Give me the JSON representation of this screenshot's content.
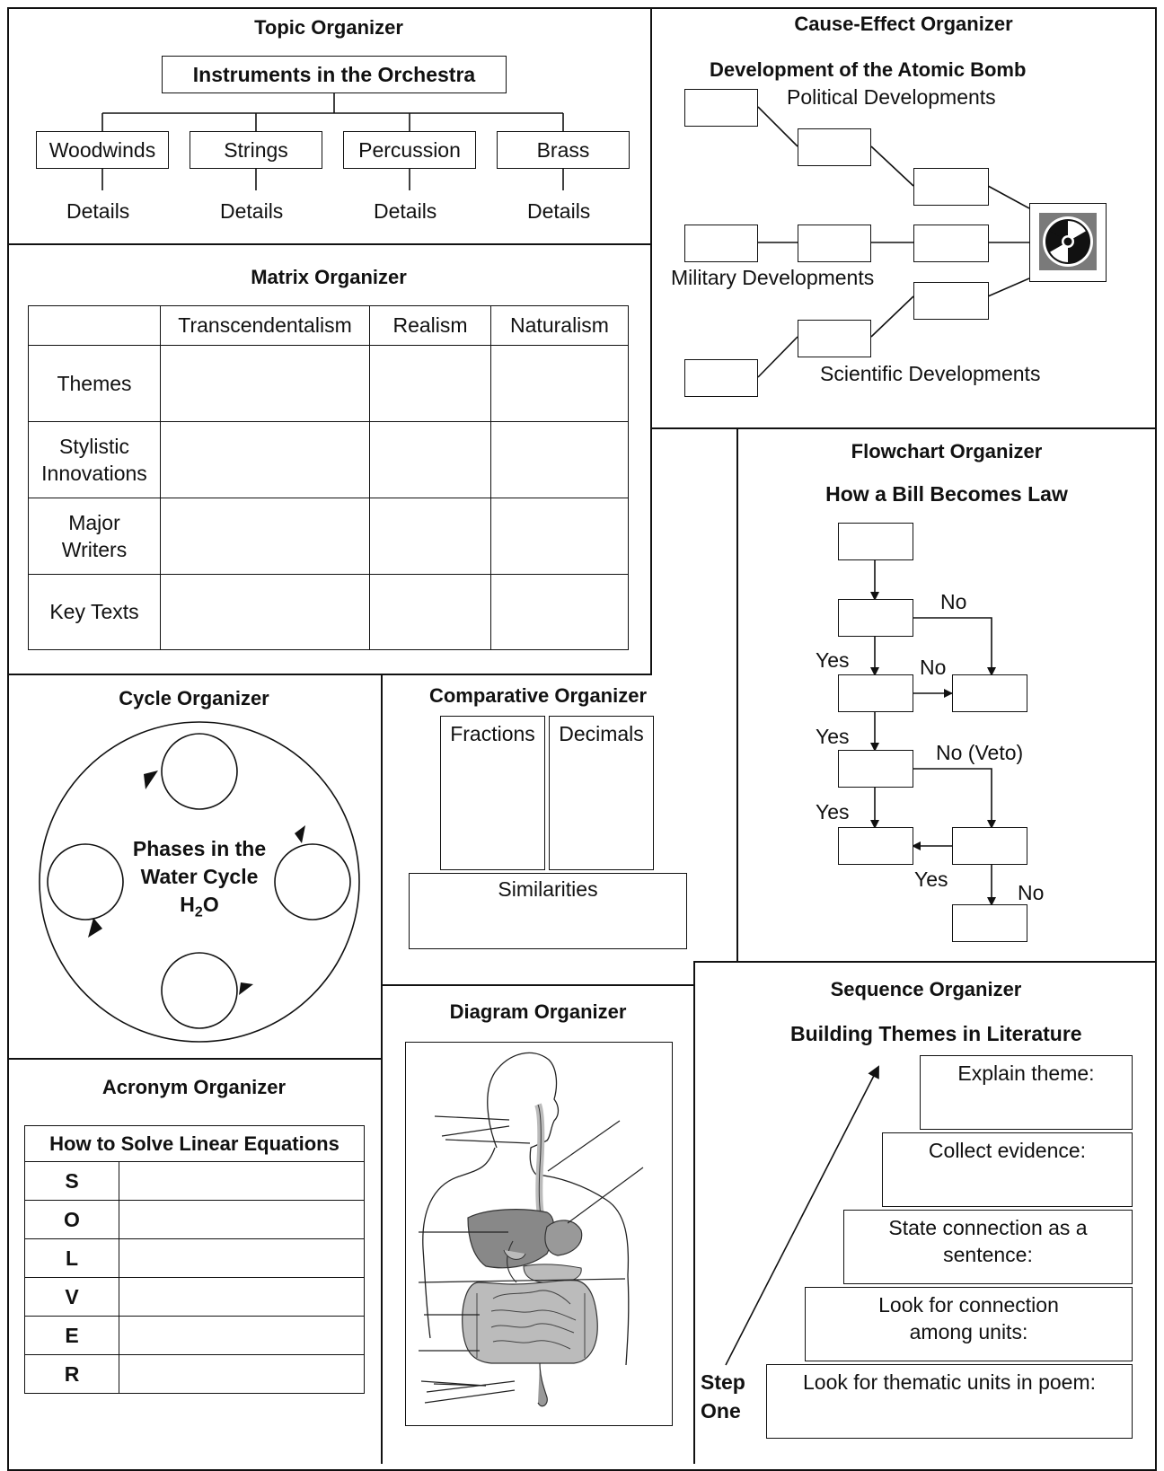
{
  "topic": {
    "title": "Topic Organizer",
    "root": "Instruments in the Orchestra",
    "branches": [
      "Woodwinds",
      "Strings",
      "Percussion",
      "Brass"
    ],
    "detail": "Details"
  },
  "cause_effect": {
    "title": "Cause-Effect Organizer",
    "subtitle": "Development of the Atomic Bomb",
    "political": "Political Developments",
    "military": "Military Developments",
    "scientific": "Scientific Developments",
    "icon": "radiation-icon"
  },
  "matrix": {
    "title": "Matrix Organizer",
    "columns": [
      "Transcendentalism",
      "Realism",
      "Naturalism"
    ],
    "rows": [
      "Themes",
      "Stylistic Innovations",
      "Major Writers",
      "Key Texts"
    ]
  },
  "flowchart": {
    "title": "Flowchart Organizer",
    "subtitle": "How a Bill Becomes Law",
    "yes": "Yes",
    "no": "No",
    "no_veto": "No (Veto)"
  },
  "cycle": {
    "title": "Cycle Organizer",
    "center_line1": "Phases in the",
    "center_line2": "Water Cycle",
    "center_h": "H",
    "center_sub": "2",
    "center_o": "O"
  },
  "comparative": {
    "title": "Comparative Organizer",
    "left": "Fractions",
    "right": "Decimals",
    "bottom": "Similarities"
  },
  "diagram": {
    "title": "Diagram Organizer"
  },
  "sequence": {
    "title": "Sequence Organizer",
    "subtitle": "Building Themes in Literature",
    "steps": [
      "Explain theme:",
      "Collect evidence:",
      "State connection as a sentence:",
      "Look for connection among units:",
      "Look for thematic units in poem:"
    ],
    "step_label_1": "Step",
    "step_label_2": "One"
  },
  "acronym": {
    "title": "Acronym Organizer",
    "header": "How to Solve Linear Equations",
    "letters": [
      "S",
      "O",
      "L",
      "V",
      "E",
      "R"
    ]
  }
}
